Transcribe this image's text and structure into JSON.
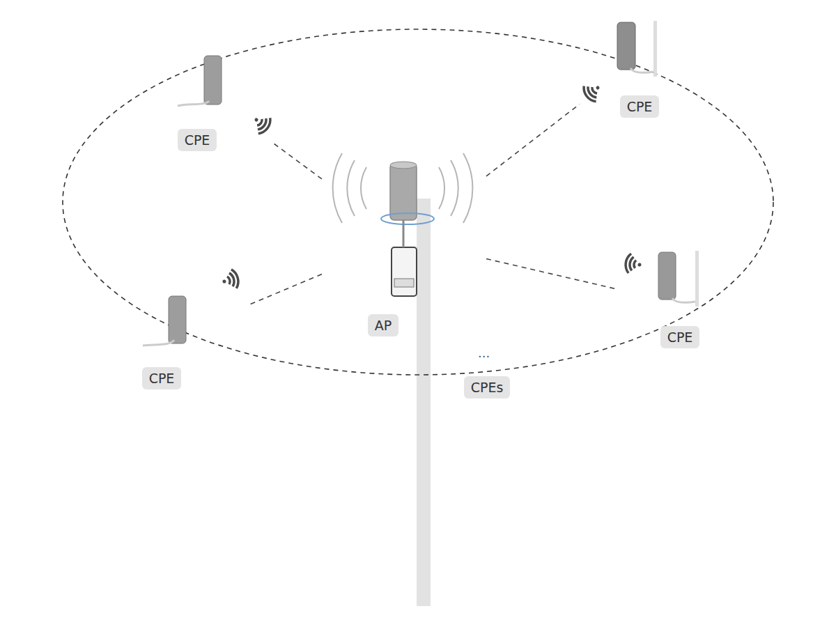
{
  "diagram": {
    "nodes": [
      {
        "text": [
          "CPE"
        ]
      },
      {
        "text": [
          "CPE"
        ]
      },
      {
        "text": [
          "AP"
        ]
      },
      {
        "text": [
          "CPE"
        ]
      },
      {
        "text": [
          "CPE"
        ]
      },
      {
        "text": [
          "CPEs"
        ]
      }
    ],
    "edges": [
      {
        "from": 2,
        "to": 0,
        "arrow": "none"
      },
      {
        "from": 2,
        "to": 1,
        "arrow": "none"
      },
      {
        "from": 2,
        "to": 3,
        "arrow": "none"
      },
      {
        "from": 2,
        "to": 4,
        "arrow": "none"
      }
    ],
    "labels": [
      "..."
    ]
  }
}
